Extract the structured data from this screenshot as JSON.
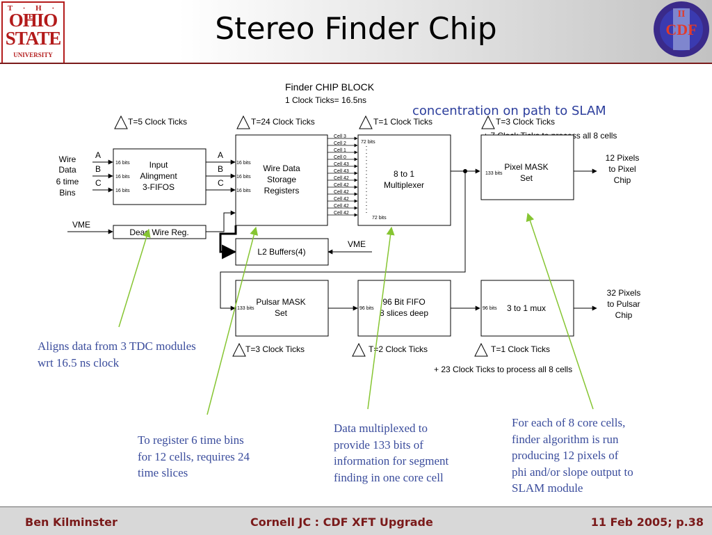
{
  "header": {
    "title": "Stereo Finder Chip"
  },
  "logos": {
    "osu": {
      "line1": "T · H · E",
      "line2": "OHIO",
      "line3": "STATE",
      "line4": "UNIVERSITY"
    },
    "cdf": {
      "text": "CDF",
      "numeral": "II"
    }
  },
  "diagram": {
    "title": "Finder CHIP BLOCK",
    "subtitle": "1 Clock Ticks= 16.5ns",
    "concentration_note": "concentration on path to SLAM",
    "timings": {
      "t5": "T=5 Clock Ticks",
      "t24": "T=24 Clock Ticks",
      "t1_top": "T=1 Clock Ticks",
      "t3_top": "T=3 Clock Ticks",
      "plus7": "+ 7 Clock Ticks to process all 8 cells",
      "t3_bottom": "T=3 Clock Ticks",
      "t2_bottom": "T=2 Clock Ticks",
      "t1_bottom": "T=1 Clock Ticks",
      "plus23": "+ 23 Clock Ticks to process all 8 cells"
    },
    "wire_data": [
      "Wire",
      "Data",
      "6 time",
      "Bins"
    ],
    "abc": [
      "A",
      "B",
      "C"
    ],
    "input_block": [
      "Input",
      "Alingment",
      "3-FIFOS"
    ],
    "wire_block": [
      "Wire Data",
      "Storage",
      "Registers"
    ],
    "mux_block": [
      "8 to 1",
      "Multiplexer"
    ],
    "pixel_block": [
      "Pixel MASK",
      "Set"
    ],
    "dead_wire": "Dead Wire Reg.",
    "l2": "L2 Buffers(4)",
    "vme_left": "VME",
    "vme_mid": "VME",
    "pulsar_block": [
      "Pulsar MASK",
      "Set"
    ],
    "fifo_block": [
      "96 Bit FIFO",
      "8 slices deep"
    ],
    "mux3_block": "3 to 1 mux",
    "pixels_slam": [
      "12 Pixels",
      "to Pixel",
      "Chip"
    ],
    "pixels_pulsar": [
      "32 Pixels",
      "to Pulsar",
      "Chip"
    ],
    "bits16": "16 bits",
    "bits72": "72 bits",
    "bits133": "133 bits",
    "bits96": "96 bits",
    "cells": [
      "Cell 3",
      "Cell 2",
      "Cell 1",
      "Cell 0",
      "Cell 43",
      "Cell 43",
      "Cell 42",
      "Cell 42",
      "Cell 42",
      "Cell 42",
      "Cell 42",
      "Cell 42"
    ]
  },
  "annotations": {
    "aligns": [
      "Aligns data from 3 TDC modules",
      "wrt 16.5 ns clock"
    ],
    "register": [
      "To register 6 time bins",
      "for 12 cells, requires 24",
      "time slices"
    ],
    "multiplexed": [
      "Data multiplexed to",
      "provide 133 bits of",
      "information for segment",
      "finding in one core cell"
    ],
    "core_cells": [
      "For each of 8 core cells,",
      "finder algorithm is run",
      "producing 12 pixels of",
      "phi and/or slope output to",
      "SLAM module"
    ]
  },
  "footer": {
    "author": "Ben Kilminster",
    "talk": "Cornell JC : CDF XFT Upgrade",
    "date_page": "11 Feb 2005; p.38"
  },
  "colors": {
    "footer_text": "#7a1a1a",
    "note_text": "#3a4c9c",
    "pointer_lines": "#86c532",
    "osu_red": "#b31b1b"
  }
}
